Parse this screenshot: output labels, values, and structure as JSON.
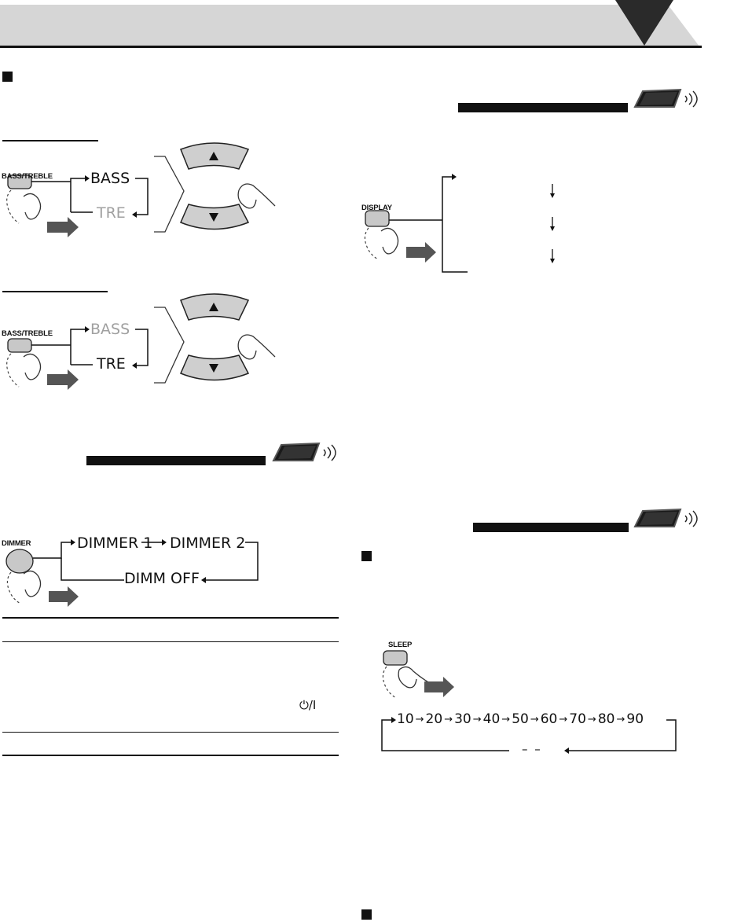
{
  "buttons": {
    "bass_treble": "BASS/TREBLE",
    "display": "DISPLAY",
    "dimmer": "DIMMER",
    "sleep": "SLEEP"
  },
  "tone": {
    "bass": "BASS",
    "treble": "TRE"
  },
  "dimmer_cycle": {
    "dimmer1": "DIMMER 1",
    "dimmer2": "DIMMER 2",
    "off": "DIMM OFF"
  },
  "sleep_cycle": {
    "values": [
      "10",
      "20",
      "30",
      "40",
      "50",
      "60",
      "70",
      "80",
      "90"
    ],
    "cancel": "– –"
  },
  "power_symbol": "⏻/I",
  "colors": {
    "header": "#d6d6d6",
    "bar": "#111111",
    "inactive_text": "#a0a0a0"
  }
}
